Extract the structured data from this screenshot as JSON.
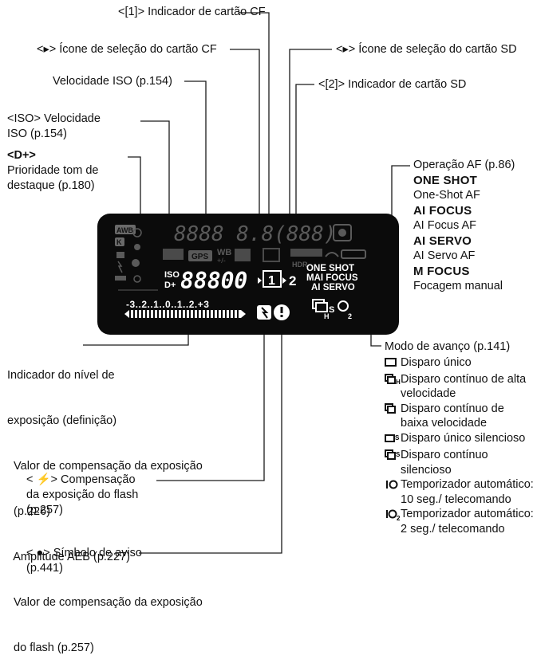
{
  "labels": {
    "cf_indicator": "<[1]> Indicador de cartão CF",
    "cf_select_icon": "<▸> Ícone de seleção do cartão CF",
    "sd_select_icon": "<▸> Ícone de seleção do cartão SD",
    "iso_speed": "Velocidade ISO (p.154)",
    "sd_indicator": "<[2]> Indicador de cartão SD",
    "iso_icon_line1": "<ISO> Velocidade",
    "iso_icon_line2": "ISO (p.154)",
    "dplus_line1": "<D+>",
    "dplus_line2": "Prioridade tom de",
    "dplus_line3": "destaque (p.180)",
    "exposure_level": [
      "Indicador do nível de",
      "exposição (definição)",
      "  Valor de compensação da exposição",
      "  (p.226)",
      "  Amplitude AEB (p.227)",
      "  Valor de compensação da exposição",
      "  do flash (p.257)"
    ],
    "flash_comp": [
      "< ⚡> Compensação",
      "da exposição do flash",
      "(p.257)"
    ],
    "warning": [
      "< ●> Símbolo de aviso",
      "(p.441)"
    ]
  },
  "af": {
    "title": "Operação AF (p.86)",
    "items": [
      {
        "name": "ONE SHOT",
        "desc": "One-Shot AF"
      },
      {
        "name": "AI FOCUS",
        "desc": "AI Focus AF"
      },
      {
        "name": "AI SERVO",
        "desc": "AI Servo AF"
      },
      {
        "name": "M FOCUS",
        "desc": "Focagem manual"
      }
    ]
  },
  "drive": {
    "title": "Modo de avanço (p.141)",
    "items": [
      {
        "icon": "single-shot-icon",
        "text": "Disparo único"
      },
      {
        "icon": "high-speed-continuous-icon",
        "text": "Disparo contínuo de alta velocidade"
      },
      {
        "icon": "low-speed-continuous-icon",
        "text": "Disparo contínuo de baixa velocidade"
      },
      {
        "icon": "silent-single-icon",
        "text": "Disparo único silencioso"
      },
      {
        "icon": "silent-continuous-icon",
        "text": "Disparo contínuo silencioso"
      },
      {
        "icon": "self-timer-10s-icon",
        "text": "Temporizador automático: 10 seg./ telecomando"
      },
      {
        "icon": "self-timer-2s-icon",
        "text": "Temporizador automático: 2 seg./ telecomando"
      }
    ]
  },
  "lcd": {
    "top_digits": "8888 8.8(888)",
    "iso_digits": "88800",
    "iso_label": "ISO",
    "dplus": "D+",
    "scale": "-3..2..1..0..1..2.+3",
    "af_modes": [
      "ONE SHOT",
      "MAI FOCUS",
      "AI SERVO"
    ],
    "card1": "1",
    "card2": "2",
    "awb": "AWB",
    "k": "K",
    "gps": "GPS",
    "wb": "WB",
    "hdr": "HDR"
  }
}
